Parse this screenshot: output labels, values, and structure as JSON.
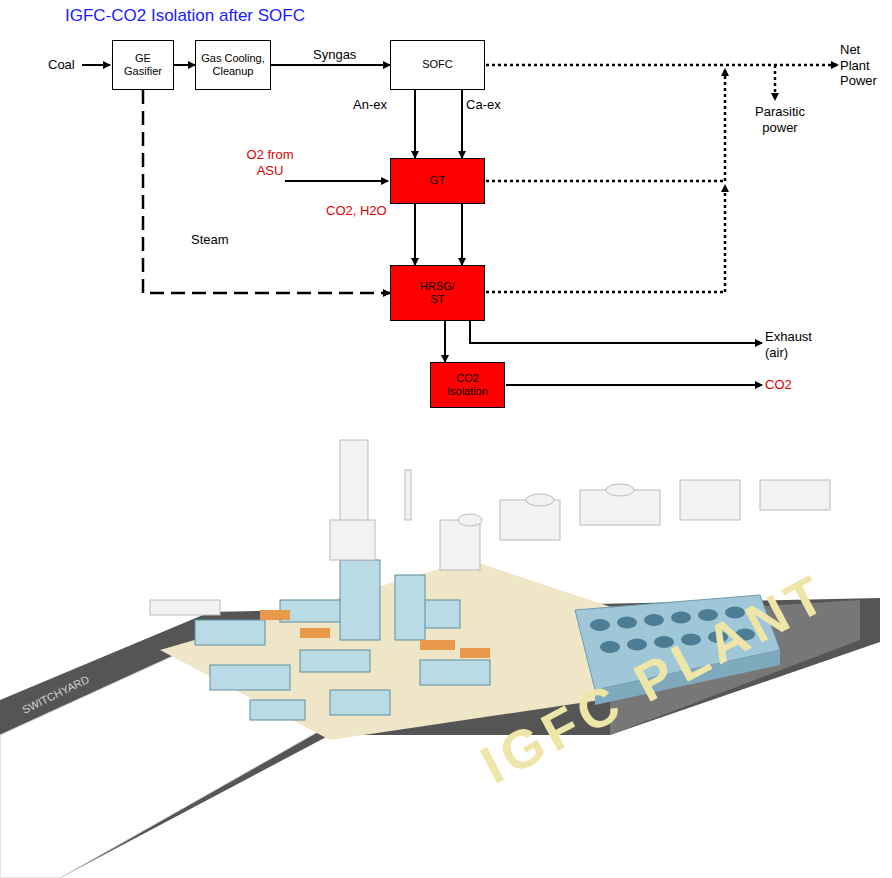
{
  "diagram": {
    "title": "IGFC-CO2 Isolation after SOFC",
    "nodes": [
      {
        "text": [
          "GE Gasifier"
        ]
      },
      {
        "text": [
          "Gas Cooling, Cleanup"
        ]
      },
      {
        "text": [
          "SOFC"
        ]
      },
      {
        "text": [
          "GT"
        ]
      },
      {
        "text": [
          "HRSG/ ST"
        ]
      },
      {
        "text": [
          "CO2 Isolation"
        ]
      }
    ],
    "edges": [
      {
        "from": 0,
        "to": 1,
        "arrow": "to"
      },
      {
        "from": 1,
        "to": 2,
        "label": "Syngas",
        "arrow": "to"
      },
      {
        "from": 2,
        "to": 3,
        "label": "An-ex",
        "arrow": "to"
      },
      {
        "from": 2,
        "to": 3,
        "label": "Ca-ex",
        "arrow": "to"
      },
      {
        "from": 0,
        "to": 4,
        "label": "Steam",
        "arrow": "to"
      },
      {
        "from": 3,
        "to": 4,
        "label": "CO2, H2O",
        "arrow": "to"
      },
      {
        "from": 3,
        "to": 4,
        "arrow": "to"
      },
      {
        "from": 4,
        "to": 5,
        "arrow": "to"
      }
    ],
    "labels": [
      "Coal",
      "O2 from ASU",
      "Net Plant Power",
      "Parasitic power",
      "Exhaust (air)",
      "CO2",
      "SWITCHYARD",
      "IGFC PLANT"
    ]
  }
}
